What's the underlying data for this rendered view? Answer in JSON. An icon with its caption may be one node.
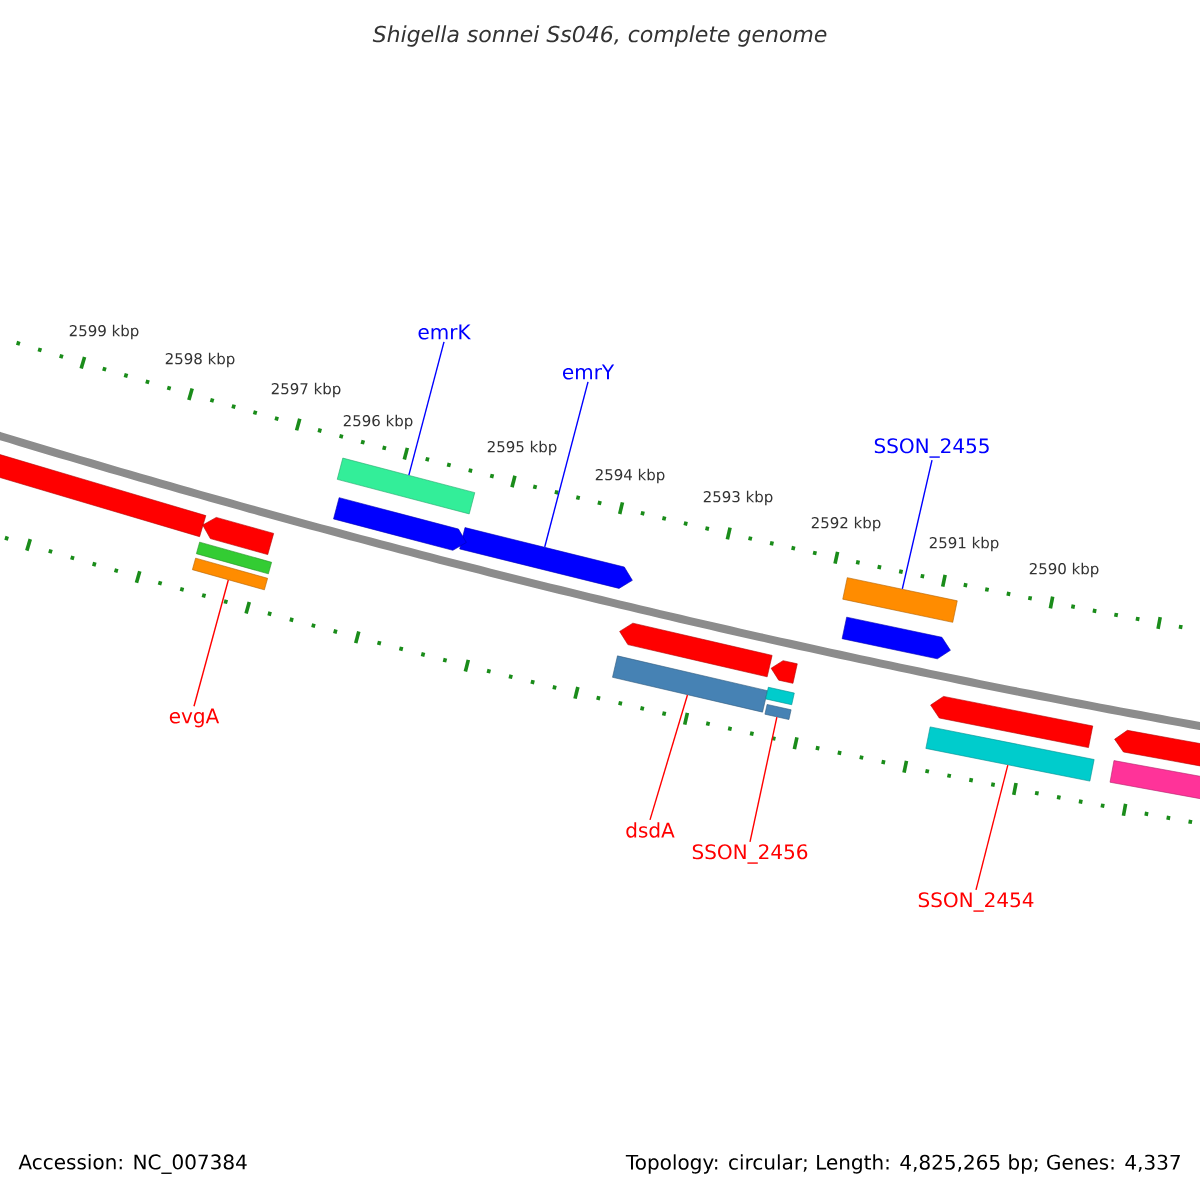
{
  "diagram": {
    "title": "Shigella sonnei Ss046, complete genome",
    "nodes": [
      {
        "text": [
          "emrK"
        ]
      },
      {
        "text": [
          "emrY"
        ]
      },
      {
        "text": [
          "SSON_2455"
        ]
      },
      {
        "text": [
          "evgA"
        ]
      },
      {
        "text": [
          "dsdA"
        ]
      },
      {
        "text": [
          "SSON_2456"
        ]
      },
      {
        "text": [
          "SSON_2454"
        ]
      },
      {
        "text": [],
        "shape": "bar"
      },
      {
        "text": [],
        "shape": "arrow"
      },
      {
        "text": [],
        "shape": "bar"
      },
      {
        "text": [],
        "shape": "bar"
      },
      {
        "text": [],
        "shape": "bar"
      },
      {
        "text": [],
        "shape": "bar"
      },
      {
        "text": [],
        "shape": "bar"
      },
      {
        "text": [],
        "shape": "arrow"
      },
      {
        "text": [],
        "shape": "arrow"
      },
      {
        "text": [],
        "shape": "bar"
      },
      {
        "text": [],
        "shape": "arrow"
      },
      {
        "text": [],
        "shape": "arrow"
      },
      {
        "text": [],
        "shape": "arrow"
      },
      {
        "text": [],
        "shape": "bar"
      },
      {
        "text": [],
        "shape": "arrow"
      },
      {
        "text": [],
        "shape": "arrow"
      },
      {
        "text": [],
        "shape": "arrow"
      },
      {
        "text": [],
        "shape": "bar"
      }
    ],
    "edges": [
      {
        "from": 0,
        "to": 7,
        "arrow": "none",
        "color": "#0000ff"
      },
      {
        "from": 1,
        "to": 8,
        "arrow": "none",
        "color": "#0000ff"
      },
      {
        "from": 2,
        "to": 9,
        "arrow": "none",
        "color": "#0000ff"
      },
      {
        "from": 3,
        "to": 10,
        "arrow": "none"
      },
      {
        "from": 4,
        "to": 11,
        "arrow": "none"
      },
      {
        "from": 5,
        "to": 12,
        "arrow": "none"
      },
      {
        "from": 6,
        "to": 13,
        "arrow": "none"
      }
    ],
    "labels": [
      "2599 kbp",
      "2598 kbp",
      "2597 kbp",
      "2596 kbp",
      "2595 kbp",
      "2594 kbp",
      "2593 kbp",
      "2592 kbp",
      "2591 kbp",
      "2590 kbp",
      "Accession: NC_007384",
      "Topology: circular; Length: 4,825,265 bp; Genes: 4,337"
    ]
  }
}
